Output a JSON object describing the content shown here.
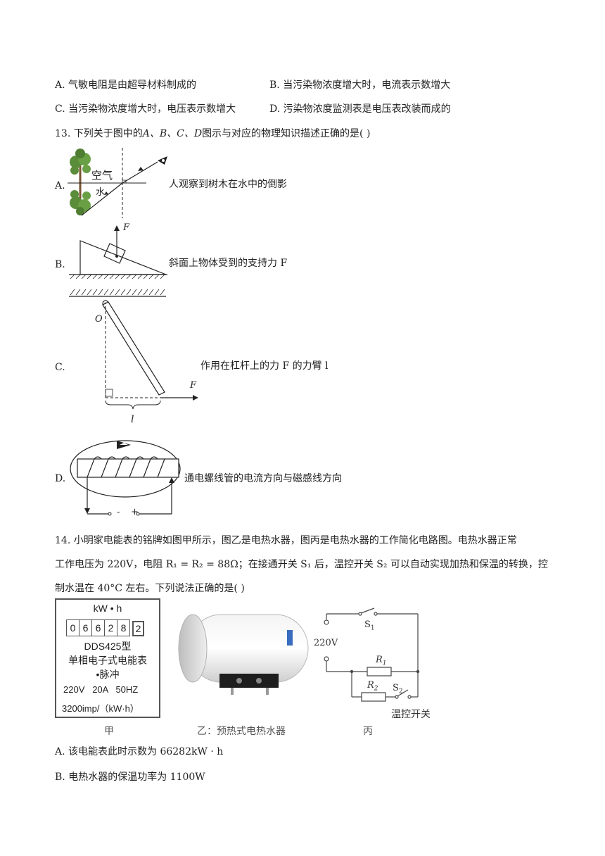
{
  "q12_options": {
    "a": "A. 气敏电阻是由超导材料制成的",
    "b": "B. 当污染物浓度增大时，电流表示数增大",
    "c": "C. 当污染物浓度增大时，电压表示数增大",
    "d": "D. 污染物浓度监测表是电压表改装而成的"
  },
  "q13": {
    "stem_pre": "13. 下列关于图中的",
    "stem_letters": "A、B、C、D",
    "stem_post": "图示与对应的物理知识描述正确的是(    )",
    "options": [
      {
        "letter": "A.",
        "text": "人观察到树木在水中的倒影",
        "fig_air": "空气",
        "fig_water": "水"
      },
      {
        "letter": "B.",
        "text": "斜面上物体受到的支持力 F",
        "fig_force": "F"
      },
      {
        "letter": "C.",
        "text": "作用在杠杆上的力 F 的力臂 l",
        "fig_pivot": "O",
        "fig_force": "F",
        "fig_arm": "l"
      },
      {
        "letter": "D.",
        "text": "通电螺线管的电流方向与磁感线方向",
        "fig_minus": "-",
        "fig_plus": "+"
      }
    ]
  },
  "q14": {
    "line1": "14. 小明家电能表的铭牌如图甲所示，图乙是电热水器，图丙是电热水器的工作简化电路图。电热水器正常",
    "line2": "工作电压为 220V，电阻 R₁ = R₂ = 88Ω；在接通开关 S₁ 后，温控开关 S₂ 可以自动实现加热和保温的转换，控",
    "line3": "制水温在 40°C 左右。下列说法正确的是(    )",
    "meter": {
      "unit": "kW • h",
      "digits": [
        "0",
        "6",
        "6",
        "2",
        "8",
        "2"
      ],
      "model": "DDS425型",
      "type": "单相电子式电能表",
      "pulse": "•脉冲",
      "specs": "220V   20A   50HZ",
      "imp": "3200imp/（kW·h）"
    },
    "captions": {
      "jia": "甲",
      "yi": "乙：预热式电热水器",
      "bing": "丙"
    },
    "circuit": {
      "s1": "S",
      "s1_sub": "1",
      "voltage": "220V",
      "r1": "R",
      "r1_sub": "1",
      "r2": "R",
      "r2_sub": "2",
      "s2": "S",
      "s2_sub": "2",
      "switch_label": "温控开关"
    },
    "options": {
      "a": "A. 该电能表此时示数为 66282kW · h",
      "b": "B. 电热水器的保温功率为 1100W"
    }
  }
}
